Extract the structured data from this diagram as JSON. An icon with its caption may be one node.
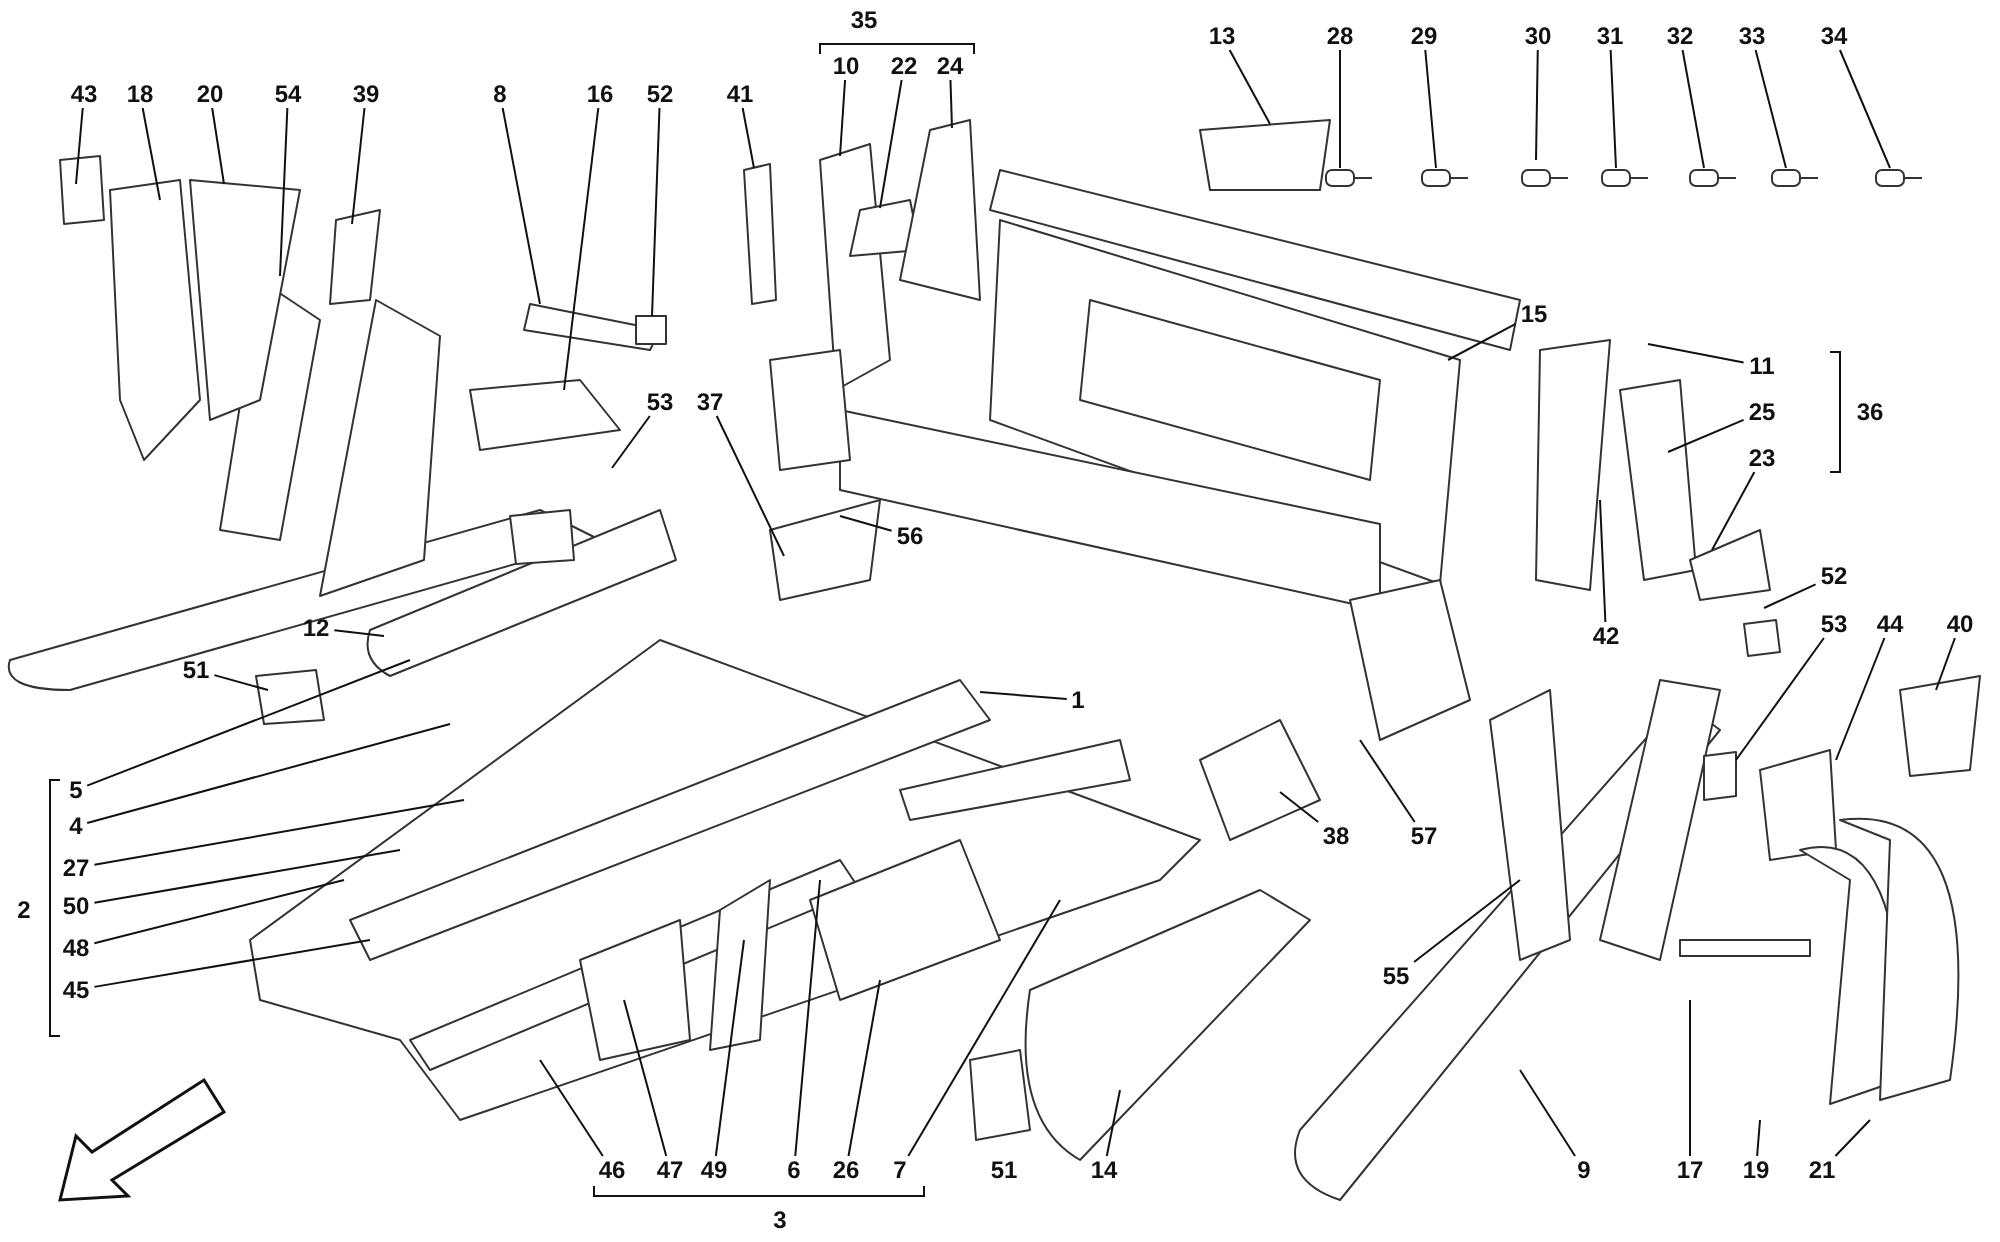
{
  "diagram": {
    "nodes": [
      {
        "text": [
          "43"
        ]
      },
      {
        "text": [
          "18"
        ]
      },
      {
        "text": [
          "20"
        ]
      },
      {
        "text": [
          "54"
        ]
      },
      {
        "text": [
          "39"
        ]
      },
      {
        "text": [
          "8"
        ]
      },
      {
        "text": [
          "16"
        ]
      },
      {
        "text": [
          "52"
        ]
      },
      {
        "text": [
          "41"
        ]
      },
      {
        "text": [
          "10"
        ]
      },
      {
        "text": [
          "22"
        ]
      },
      {
        "text": [
          "24"
        ]
      },
      {
        "text": [
          "13"
        ]
      },
      {
        "text": [
          "28"
        ]
      },
      {
        "text": [
          "29"
        ]
      },
      {
        "text": [
          "30"
        ]
      },
      {
        "text": [
          "31"
        ]
      },
      {
        "text": [
          "32"
        ]
      },
      {
        "text": [
          "33"
        ]
      },
      {
        "text": [
          "34"
        ]
      },
      {
        "text": [
          "15"
        ]
      },
      {
        "text": [
          "11"
        ]
      },
      {
        "text": [
          "25"
        ]
      },
      {
        "text": [
          "23"
        ]
      },
      {
        "text": [
          "53"
        ]
      },
      {
        "text": [
          "37"
        ]
      },
      {
        "text": [
          "56"
        ]
      },
      {
        "text": [
          "12"
        ]
      },
      {
        "text": [
          "51"
        ]
      },
      {
        "text": [
          "1"
        ]
      },
      {
        "text": [
          "5"
        ]
      },
      {
        "text": [
          "4"
        ]
      },
      {
        "text": [
          "27"
        ]
      },
      {
        "text": [
          "50"
        ]
      },
      {
        "text": [
          "48"
        ]
      },
      {
        "text": [
          "45"
        ]
      },
      {
        "text": [
          "42"
        ]
      },
      {
        "text": [
          "52"
        ]
      },
      {
        "text": [
          "53"
        ]
      },
      {
        "text": [
          "44"
        ]
      },
      {
        "text": [
          "40"
        ]
      },
      {
        "text": [
          "38"
        ]
      },
      {
        "text": [
          "57"
        ]
      },
      {
        "text": [
          "55"
        ]
      },
      {
        "text": [
          "46"
        ]
      },
      {
        "text": [
          "47"
        ]
      },
      {
        "text": [
          "49"
        ]
      },
      {
        "text": [
          "6"
        ]
      },
      {
        "text": [
          "26"
        ]
      },
      {
        "text": [
          "7"
        ]
      },
      {
        "text": [
          "14"
        ]
      },
      {
        "text": [
          "9"
        ]
      },
      {
        "text": [
          "17"
        ]
      },
      {
        "text": [
          "19"
        ]
      },
      {
        "text": [
          "21"
        ]
      }
    ],
    "edges": [
      {
        "from": 0,
        "to": null,
        "arrow": "none"
      },
      {
        "from": 1,
        "to": null,
        "arrow": "none"
      },
      {
        "from": 2,
        "to": null,
        "arrow": "none"
      },
      {
        "from": 3,
        "to": null,
        "arrow": "none"
      },
      {
        "from": 4,
        "to": null,
        "arrow": "none"
      },
      {
        "from": 5,
        "to": null,
        "arrow": "none"
      },
      {
        "from": 6,
        "to": null,
        "arrow": "none"
      },
      {
        "from": 7,
        "to": null,
        "arrow": "none"
      },
      {
        "from": 8,
        "to": null,
        "arrow": "none"
      },
      {
        "from": 9,
        "to": null,
        "arrow": "none"
      },
      {
        "from": 10,
        "to": null,
        "arrow": "none"
      },
      {
        "from": 11,
        "to": null,
        "arrow": "none"
      },
      {
        "from": 12,
        "to": null,
        "arrow": "none"
      },
      {
        "from": 13,
        "to": null,
        "arrow": "none"
      },
      {
        "from": 14,
        "to": null,
        "arrow": "none"
      },
      {
        "from": 15,
        "to": null,
        "arrow": "none"
      },
      {
        "from": 16,
        "to": null,
        "arrow": "none"
      },
      {
        "from": 17,
        "to": null,
        "arrow": "none"
      },
      {
        "from": 18,
        "to": null,
        "arrow": "none"
      },
      {
        "from": 19,
        "to": null,
        "arrow": "none"
      },
      {
        "from": 20,
        "to": null,
        "arrow": "none"
      },
      {
        "from": 21,
        "to": null,
        "arrow": "none"
      },
      {
        "from": 22,
        "to": null,
        "arrow": "none"
      },
      {
        "from": 23,
        "to": null,
        "arrow": "none"
      },
      {
        "from": 24,
        "to": null,
        "arrow": "none"
      },
      {
        "from": 25,
        "to": null,
        "arrow": "none"
      },
      {
        "from": 26,
        "to": null,
        "arrow": "none"
      },
      {
        "from": 27,
        "to": null,
        "arrow": "none"
      },
      {
        "from": 28,
        "to": null,
        "arrow": "none"
      },
      {
        "from": 29,
        "to": null,
        "arrow": "none"
      },
      {
        "from": 30,
        "to": null,
        "arrow": "none"
      },
      {
        "from": 31,
        "to": null,
        "arrow": "none"
      },
      {
        "from": 32,
        "to": null,
        "arrow": "none"
      },
      {
        "from": 33,
        "to": null,
        "arrow": "none"
      },
      {
        "from": 34,
        "to": null,
        "arrow": "none"
      },
      {
        "from": 35,
        "to": null,
        "arrow": "none"
      },
      {
        "from": 36,
        "to": null,
        "arrow": "none"
      },
      {
        "from": 37,
        "to": null,
        "arrow": "none"
      },
      {
        "from": 38,
        "to": null,
        "arrow": "none"
      },
      {
        "from": 39,
        "to": null,
        "arrow": "none"
      },
      {
        "from": 40,
        "to": null,
        "arrow": "none"
      },
      {
        "from": 41,
        "to": null,
        "arrow": "none"
      },
      {
        "from": 42,
        "to": null,
        "arrow": "none"
      },
      {
        "from": 43,
        "to": null,
        "arrow": "none"
      },
      {
        "from": 44,
        "to": null,
        "arrow": "none"
      },
      {
        "from": 45,
        "to": null,
        "arrow": "none"
      },
      {
        "from": 46,
        "to": null,
        "arrow": "none"
      },
      {
        "from": 47,
        "to": null,
        "arrow": "none"
      },
      {
        "from": 48,
        "to": null,
        "arrow": "none"
      },
      {
        "from": 49,
        "to": null,
        "arrow": "none"
      },
      {
        "from": 50,
        "to": null,
        "arrow": "none"
      },
      {
        "from": 51,
        "to": null,
        "arrow": "none"
      },
      {
        "from": 52,
        "to": null,
        "arrow": "none"
      },
      {
        "from": 53,
        "to": null,
        "arrow": "none"
      },
      {
        "from": 54,
        "to": null,
        "arrow": "none"
      }
    ],
    "labels": [
      "35",
      "36",
      "2",
      "51",
      "3"
    ]
  }
}
